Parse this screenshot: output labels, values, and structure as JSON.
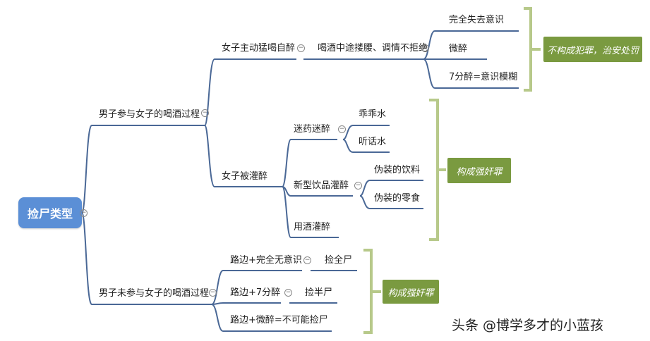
{
  "root": "捡尸类型",
  "branch1": {
    "label": "男子参与女子的喝酒过程",
    "sub1": {
      "label": "女子主动猛喝自醉",
      "mid": "喝酒中途搂腰、调情不拒绝",
      "items": [
        "完全失去意识",
        "微醉",
        "7分醉=意识模糊"
      ],
      "verdict": "不构成犯罪，治安处罚"
    },
    "sub2": {
      "label": "女子被灌醉",
      "groups": [
        {
          "label": "迷药迷醉",
          "items": [
            "乖乖水",
            "听话水"
          ]
        },
        {
          "label": "新型饮品灌醉",
          "items": [
            "伪装的饮料",
            "伪装的零食"
          ]
        },
        {
          "label": "用酒灌醉",
          "items": []
        }
      ],
      "verdict": "构成强奸罪"
    }
  },
  "branch2": {
    "label": "男子未参与女子的喝酒过程",
    "items": [
      {
        "label": "路边+完全无意识",
        "result": "捡全尸"
      },
      {
        "label": "路边+7分醉",
        "result": "捡半尸"
      },
      {
        "label": "路边+微醉=不可能捡尸",
        "result": ""
      }
    ],
    "verdict": "构成强奸罪"
  },
  "watermark": "头条 @博学多才的小蓝孩",
  "colors": {
    "root": "#5b8fd6",
    "verdict": "#7a9a40",
    "line": "#3c5a8a",
    "bracket": "#b7c98a"
  }
}
